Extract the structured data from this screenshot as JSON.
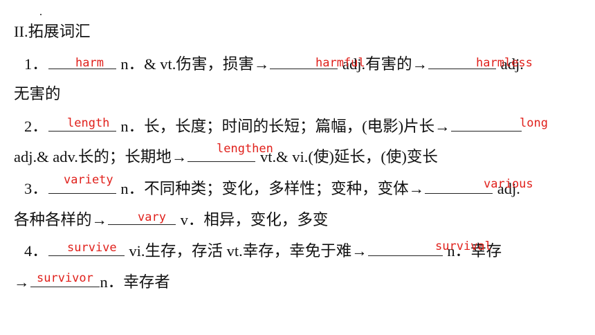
{
  "section_title": "II.拓展词汇",
  "items": [
    {
      "num": "1．",
      "ans1": "harm",
      "t1": " n．& vt.伤害，损害→",
      "ans2": "harmful",
      "t2": " adj.有害的→",
      "ans3": "harmless",
      "t3": " adj.",
      "t4": "无害的"
    },
    {
      "num": "2．",
      "ans1": "length",
      "t1": " n．长，长度；时间的长短；篇幅，(电影)片长→",
      "ans2": "long",
      "t2": "adj.& adv.长的；长期地→",
      "ans3": "lengthen",
      "t3": " vt.& vi.(使)延长，(使)变长"
    },
    {
      "num": "3．",
      "ans1": "variety",
      "t1": " n．不同种类；变化，多样性；变种，变体→",
      "ans2": "various",
      "t2": " adj.",
      "t3": "各种各样的→",
      "ans3": "vary",
      "t4": " v．相异，变化，多变"
    },
    {
      "num": "4．",
      "ans1": "survive",
      "t1": " vi.生存，存活 vt.幸存，幸免于难→",
      "ans2": "survival",
      "t2": " n．幸存",
      "t3": "→",
      "ans3": "survivor",
      "t4": "n．幸存者"
    }
  ]
}
